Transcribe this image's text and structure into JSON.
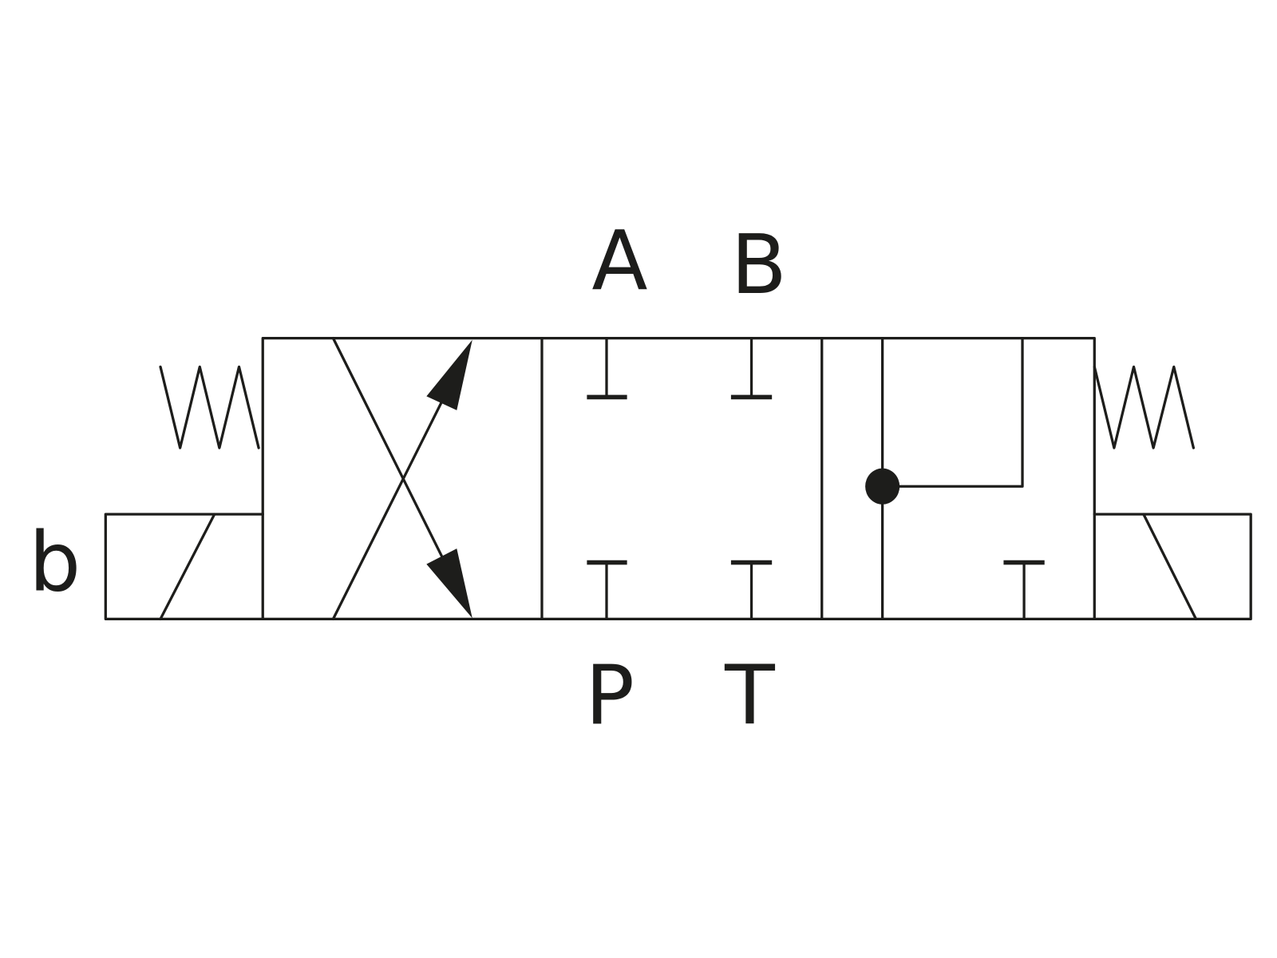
{
  "diagram": {
    "type": "4/3 directional control valve symbol",
    "ports": {
      "a": "A",
      "b": "B",
      "p": "P",
      "t": "T"
    },
    "solenoid_label": "b",
    "colors": {
      "line": "#1d1d1b",
      "background": "#ffffff"
    }
  }
}
